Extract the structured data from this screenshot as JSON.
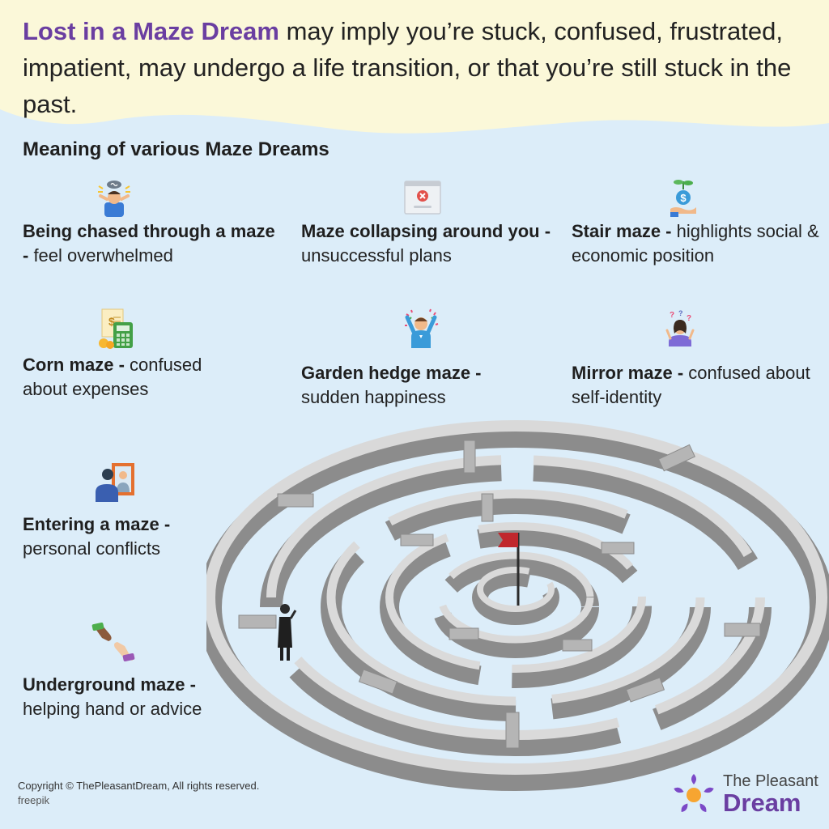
{
  "header": {
    "highlight": "Lost in a Maze Dream",
    "text": " may imply you’re stuck, confused, frustrated, impatient, may undergo a life transition, or that you’re still stuck in the past."
  },
  "section_title": "Meaning of various Maze Dreams",
  "items": [
    {
      "term": "Being chased through a maze -",
      "desc": " feel overwhelmed",
      "icon": "stressed-person-icon"
    },
    {
      "term": "Maze collapsing around you -",
      "desc": " unsuccessful plans",
      "icon": "error-window-icon"
    },
    {
      "term": "Stair maze -",
      "desc": " highlights social & economic position",
      "icon": "money-plant-icon"
    },
    {
      "term": "Corn maze -",
      "desc": " confused about expenses",
      "icon": "bills-calculator-icon"
    },
    {
      "term": "Garden hedge maze -",
      "desc": " sudden happiness",
      "icon": "celebrating-person-icon"
    },
    {
      "term": "Mirror maze -",
      "desc": " confused about self-identity",
      "icon": "confused-person-icon"
    },
    {
      "term": "Entering a maze -",
      "desc": " personal conflicts",
      "icon": "mirror-reflection-icon"
    },
    {
      "term": "Underground maze -",
      "desc": " helping hand or advice",
      "icon": "helping-hands-icon"
    }
  ],
  "footer": {
    "copyright": "Copyright © ThePleasantDream, All rights reserved.",
    "credit": "freepik"
  },
  "brand": {
    "top": "The Pleasant",
    "bottom": "Dream",
    "icon": "sun-swirl-logo-icon"
  },
  "colors": {
    "background": "#dcedf9",
    "header_band": "#fbf8d9",
    "accent": "#6a3ea1",
    "logo_orange": "#f7a531",
    "flag": "#c0272d"
  }
}
